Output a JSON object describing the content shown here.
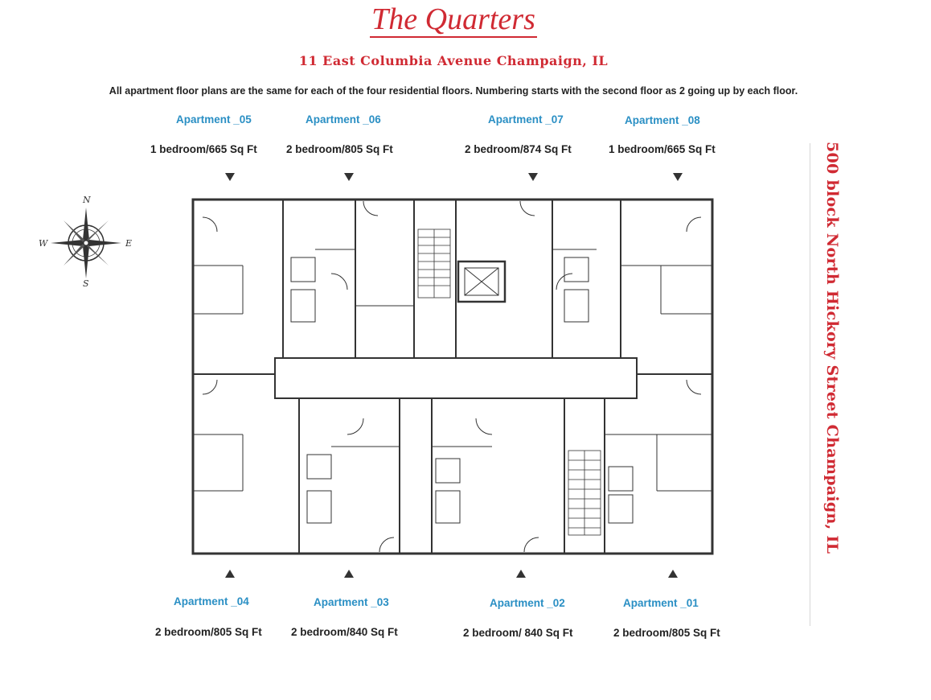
{
  "header": {
    "title": "The Quarters",
    "address": "11 East Columbia Avenue Champaign, IL",
    "note": "All apartment floor plans are the same for each of the four residential floors.  Numbering starts with the second floor as 2 going up by each floor."
  },
  "side_label": "500 block North Hickory Street Champaign, IL",
  "compass": {
    "north": "N",
    "south": "S",
    "east": "E",
    "west": "W"
  },
  "apartments_top": [
    {
      "label": "Apartment _05",
      "size": "1 bedroom/665 Sq Ft"
    },
    {
      "label": "Apartment _06",
      "size": "2 bedroom/805 Sq Ft"
    },
    {
      "label": "Apartment _07",
      "size": "2 bedroom/874 Sq Ft"
    },
    {
      "label": "Apartment _08",
      "size": "1 bedroom/665 Sq Ft"
    }
  ],
  "apartments_bottom": [
    {
      "label": "Apartment _04",
      "size": "2 bedroom/805 Sq Ft"
    },
    {
      "label": "Apartment _03",
      "size": "2 bedroom/840 Sq Ft"
    },
    {
      "label": "Apartment _02",
      "size": "2  bedroom/ 840 Sq Ft"
    },
    {
      "label": "Apartment _01",
      "size": "2 bedroom/805 Sq Ft"
    }
  ],
  "colors": {
    "title": "#d02a33",
    "apartment_label": "#2a8fc4",
    "text": "#222222"
  }
}
